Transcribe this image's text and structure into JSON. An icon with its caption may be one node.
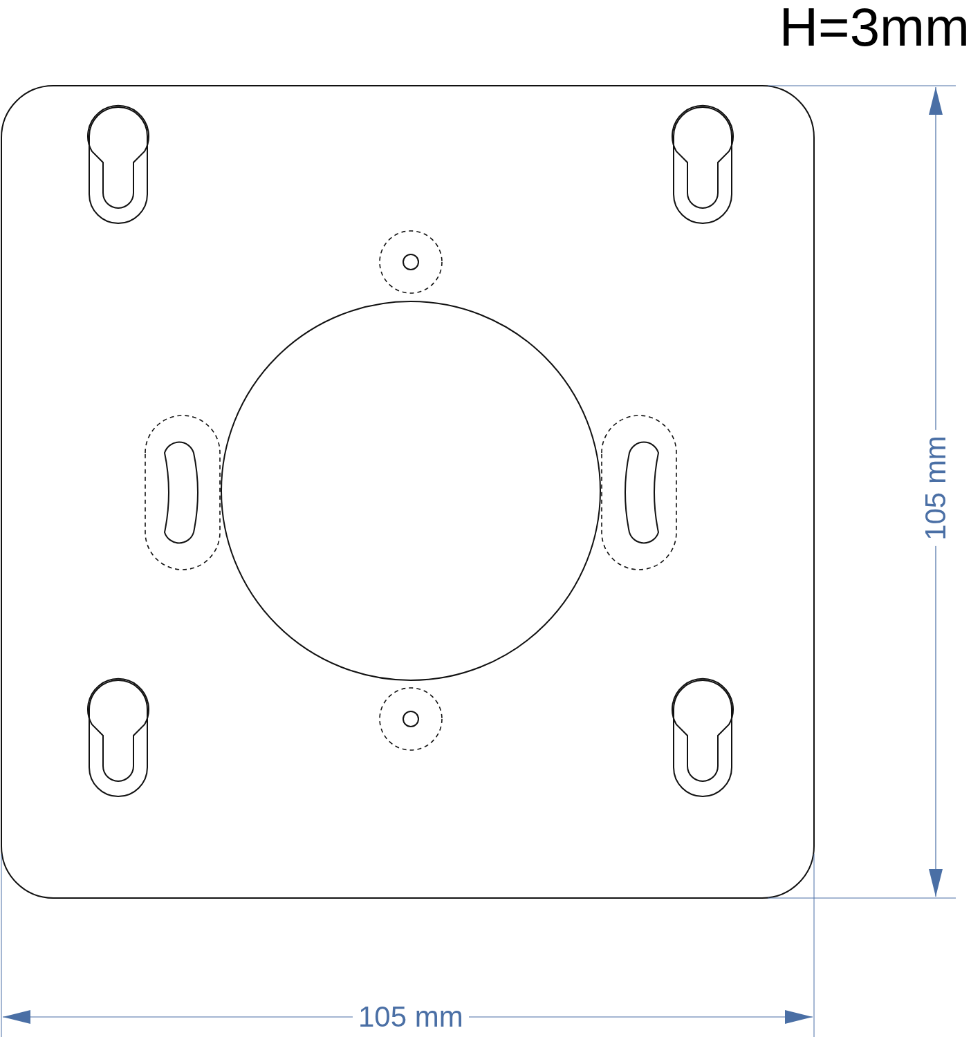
{
  "diagram": {
    "labels": [
      "H=3mm",
      "105 mm",
      "105 mm"
    ]
  }
}
